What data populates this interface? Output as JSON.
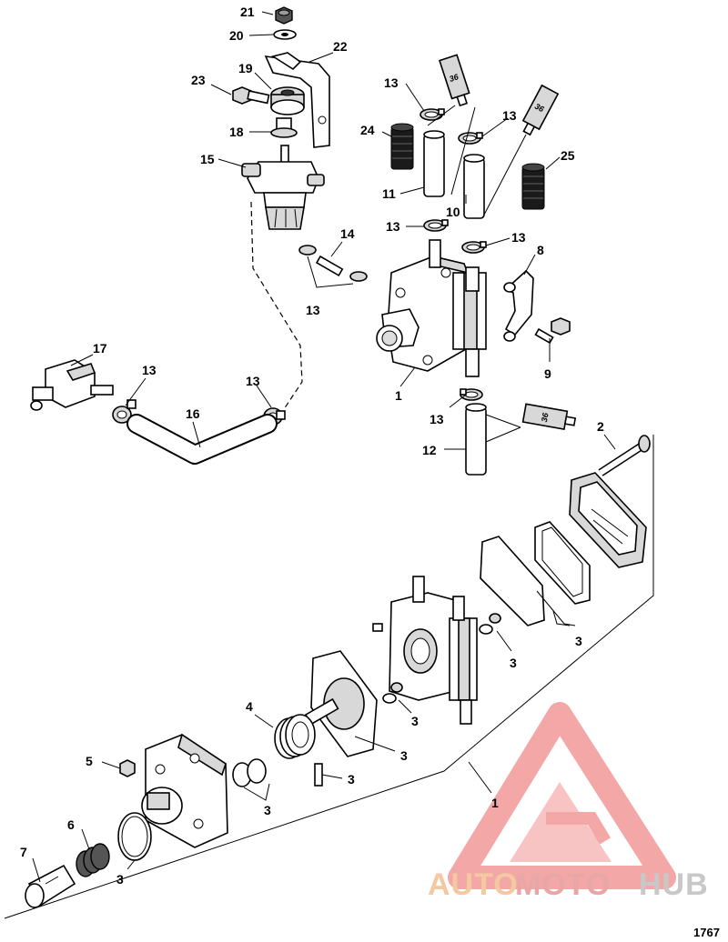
{
  "figure_number": "1767",
  "watermark": {
    "word1": "AUTO",
    "word2": "MOTO",
    "word3": "HUB",
    "color1": "#f4c9a2",
    "color2": "#e9a6a6",
    "color3": "#c8c8c8",
    "logo_color": "#f08a8a"
  },
  "sealant_label": "36",
  "callouts": {
    "c21": "21",
    "c20": "20",
    "c22": "22",
    "c19": "19",
    "c23": "23",
    "c18": "18",
    "c15": "15",
    "c13a": "13",
    "c13b": "13",
    "c24": "24",
    "c25": "25",
    "c11": "11",
    "c10": "10",
    "c13c": "13",
    "c13d": "13",
    "c14": "14",
    "c8": "8",
    "c13e": "13",
    "c9": "9",
    "c17": "17",
    "c13f": "13",
    "c13g": "13",
    "c16": "16",
    "c1a": "1",
    "c13h": "13",
    "c12": "12",
    "c2": "2",
    "c3a": "3",
    "c3b": "3",
    "c3c": "3",
    "c3d": "3",
    "c4": "4",
    "c3e": "3",
    "c5": "5",
    "c6": "6",
    "c3f": "3",
    "c7": "7",
    "c3g": "3",
    "c1b": "1"
  }
}
